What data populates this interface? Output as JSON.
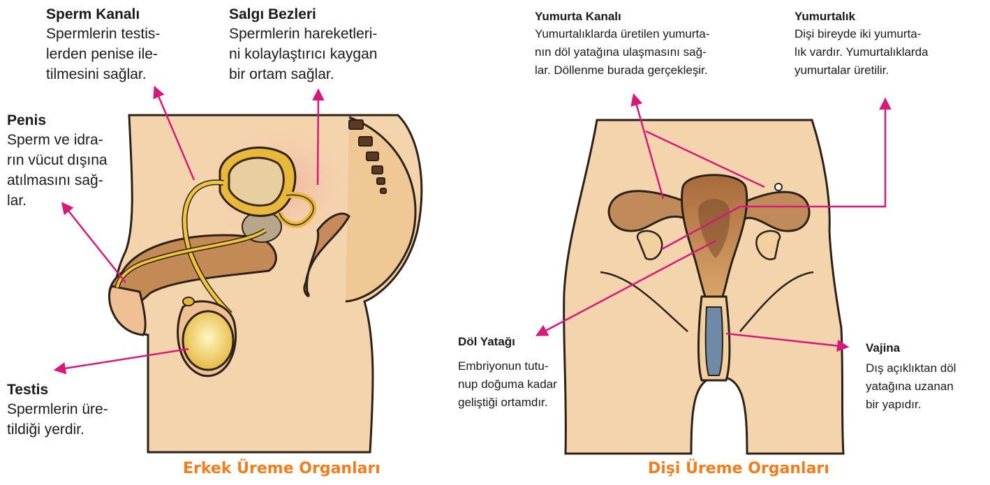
{
  "left": {
    "sperm_kanali": {
      "title": "Sperm Kanalı",
      "lines": [
        "Spermlerin testis-",
        "lerden penise ile-",
        "tilmesini sağlar."
      ]
    },
    "salgi_bezleri": {
      "title": "Salgı Bezleri",
      "lines": [
        "Spermlerin hareketleri-",
        "ni kolaylaştırıcı kaygan",
        "bir ortam sağlar."
      ]
    },
    "penis": {
      "title": "Penis",
      "lines": [
        "Sperm ve idra-",
        "rın vücut dışına",
        "atılmasını sağ-",
        "lar."
      ]
    },
    "testis": {
      "title": "Testis",
      "lines": [
        "Spermlerin üre-",
        "tildiği yerdir."
      ]
    },
    "caption": "Erkek Üreme Organları"
  },
  "right": {
    "yumurta_kanali": {
      "title": "Yumurta Kanalı",
      "lines": [
        "Yumurtalıklarda üretilen yumurta-",
        "nın döl yatağına ulaşmasını sağ-",
        "lar. Döllenme burada gerçekleşir."
      ]
    },
    "yumurtalik": {
      "title": "Yumurtalık",
      "lines": [
        "Dişi bireyde iki yumurta-",
        "lık vardır. Yumurtalıklarda",
        "yumurtalar üretilir."
      ]
    },
    "dol_yatagi": {
      "title": "Döl Yatağı",
      "lines": [
        "Embriyonun tutu-",
        "nup doğuma kadar",
        "geliştiği ortamdır."
      ]
    },
    "vajina": {
      "title": "Vajina",
      "lines": [
        "Dış açıklıktan döl",
        "yatağına uzanan",
        "bir yapıdır."
      ]
    },
    "caption": "Dişi Üreme Organları"
  },
  "colors": {
    "arrow": "#d6197a",
    "caption": "#f07e1e",
    "skin": "#f4d4ad",
    "organ": "#c08a5a",
    "gland": "#f0c53c"
  }
}
